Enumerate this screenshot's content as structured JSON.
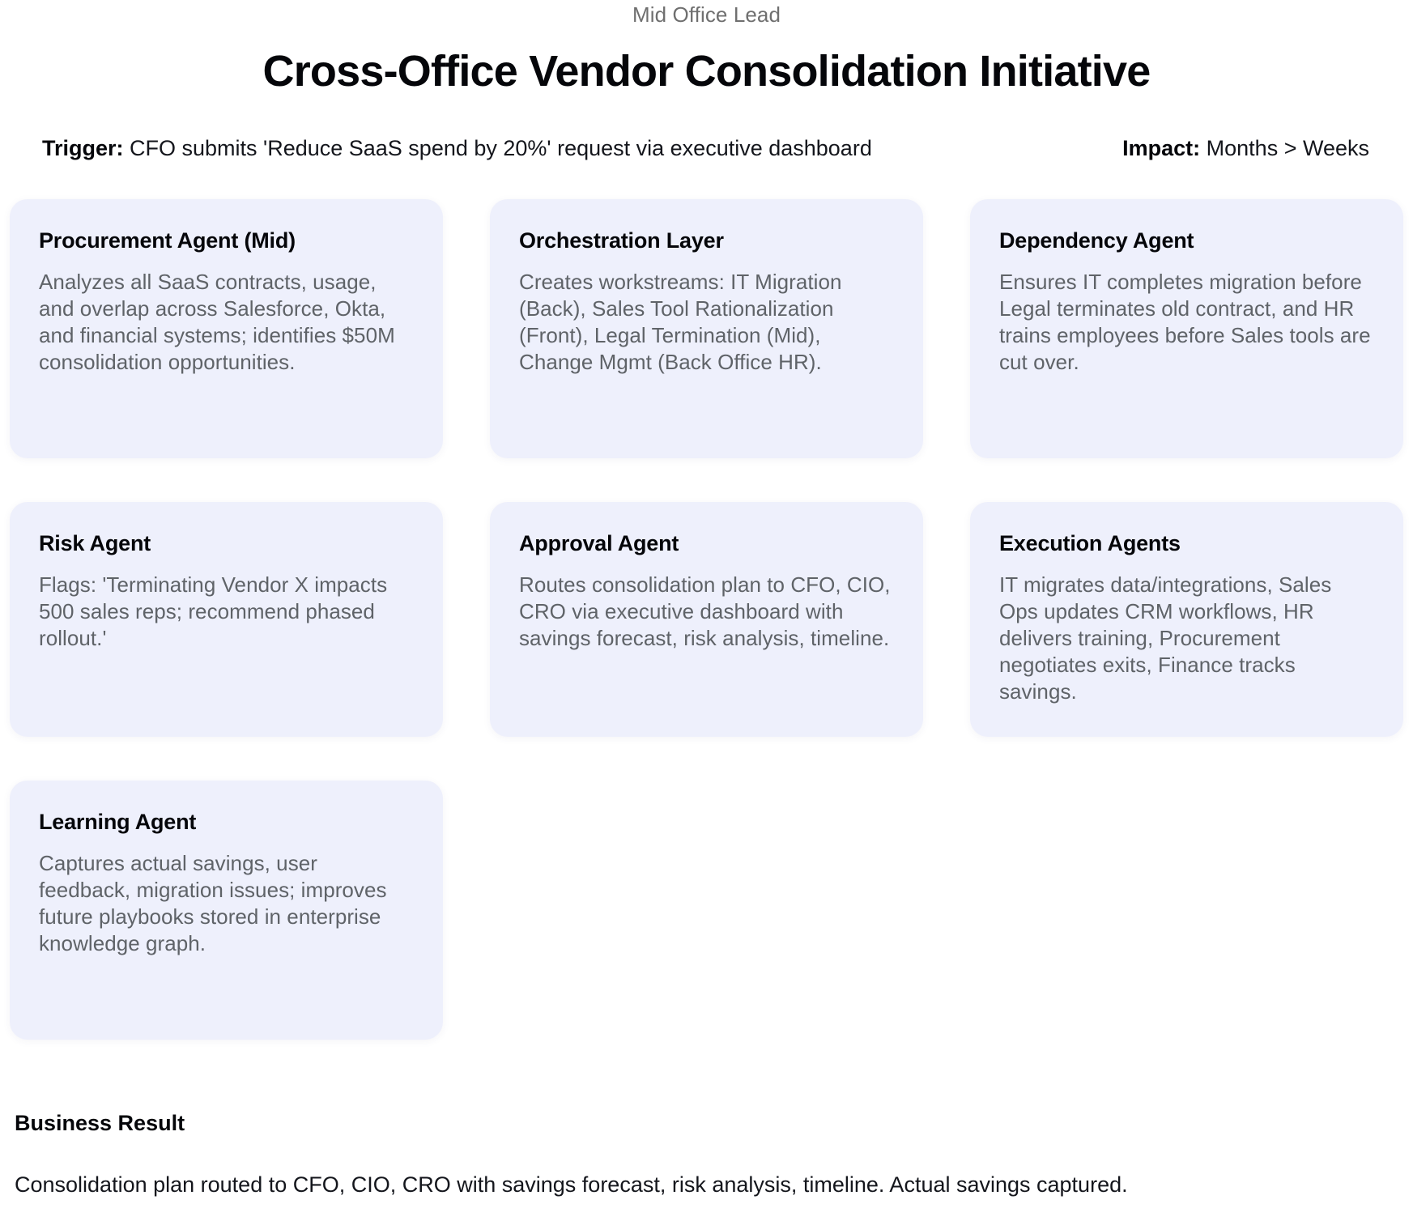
{
  "header": {
    "eyebrow": "Mid Office Lead",
    "title": "Cross-Office Vendor Consolidation Initiative"
  },
  "meta": {
    "trigger_label": "Trigger:",
    "trigger_text": " CFO submits 'Reduce SaaS spend by 20%' request via executive dashboard",
    "impact_label": "Impact:",
    "impact_text": " Months > Weeks"
  },
  "cards": [
    {
      "title": "Procurement Agent (Mid)",
      "body": "Analyzes all SaaS contracts, usage, and overlap across Salesforce, Okta, and financial systems; identifies $50M consolidation opportunities."
    },
    {
      "title": "Orchestration Layer",
      "body": "Creates workstreams: IT Migration (Back), Sales Tool Rationalization (Front), Legal Termination (Mid), Change Mgmt (Back Office HR)."
    },
    {
      "title": "Dependency Agent",
      "body": "Ensures IT completes migration before Legal terminates old contract, and HR trains employees before Sales tools are cut over."
    },
    {
      "title": "Risk Agent",
      "body": "Flags: 'Terminating Vendor X impacts 500 sales reps; recommend phased rollout.'"
    },
    {
      "title": "Approval Agent",
      "body": "Routes consolidation plan to CFO, CIO, CRO via executive dashboard with savings forecast, risk analysis, timeline."
    },
    {
      "title": "Execution Agents",
      "body": "IT migrates data/integrations, Sales Ops updates CRM workflows, HR delivers training, Procurement negotiates exits, Finance tracks savings."
    },
    {
      "title": "Learning Agent",
      "body": "Captures actual savings, user feedback, migration issues; improves future playbooks stored in enterprise knowledge graph."
    }
  ],
  "footer": {
    "title": "Business Result",
    "text": "Consolidation plan routed to CFO, CIO, CRO with savings forecast, risk analysis, timeline. Actual savings captured."
  },
  "colors": {
    "card_background": "#eef0fc",
    "title_text": "#05060a",
    "body_text": "#5f6368",
    "eyebrow_text": "#6f6f6f",
    "page_background": "#ffffff"
  }
}
